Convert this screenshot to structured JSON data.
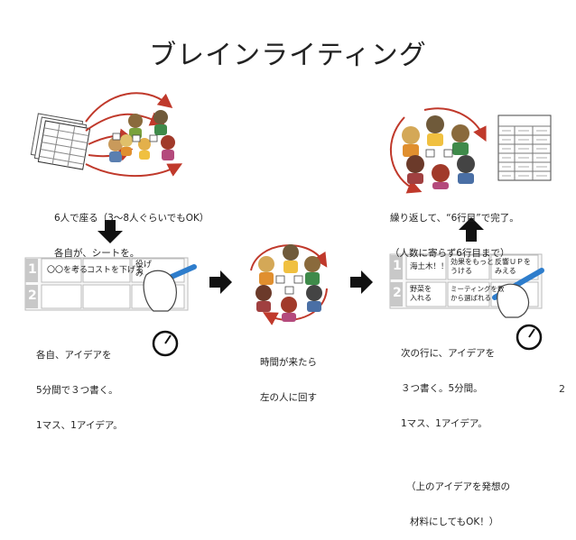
{
  "title": "ブレインライティング",
  "step1": {
    "line1": "6人で座る（3〜8人ぐらいでもOK）",
    "line2": "各自が、シートを。"
  },
  "step2": {
    "line1": "各自、アイデアを",
    "line2": "5分間で３つ書く。",
    "line3": "1マス、1アイデア。"
  },
  "step3": {
    "line1": "時間が来たら",
    "line2": "左の人に回す"
  },
  "step4": {
    "line1": "繰り返して、“6行目”で完了。",
    "line2": "（人数に寄らず6行目まで）"
  },
  "step5": {
    "line1": "次の行に、アイデアを",
    "line2": "３つ書く。5分間。",
    "line3": "1マス、1アイデア。",
    "note1": "（上のアイデアを発想の",
    "note2": "材料にしてもOK！）"
  },
  "sheet_row1": {
    "c1": "〇〇を考る",
    "c2": "コストを下げる",
    "c3": "役げ\nみ"
  },
  "sheet2_row1": {
    "c1": "海土木！！",
    "c2": "効果をもっと\nうける",
    "c3": "反響ＵＰを\nみえる"
  },
  "sheet2_row2": {
    "c1": "野菜を\n入れる",
    "c2": "ミーティングを数\nから選ばれる"
  },
  "row_labels": [
    "1",
    "2"
  ],
  "page_number": "2"
}
